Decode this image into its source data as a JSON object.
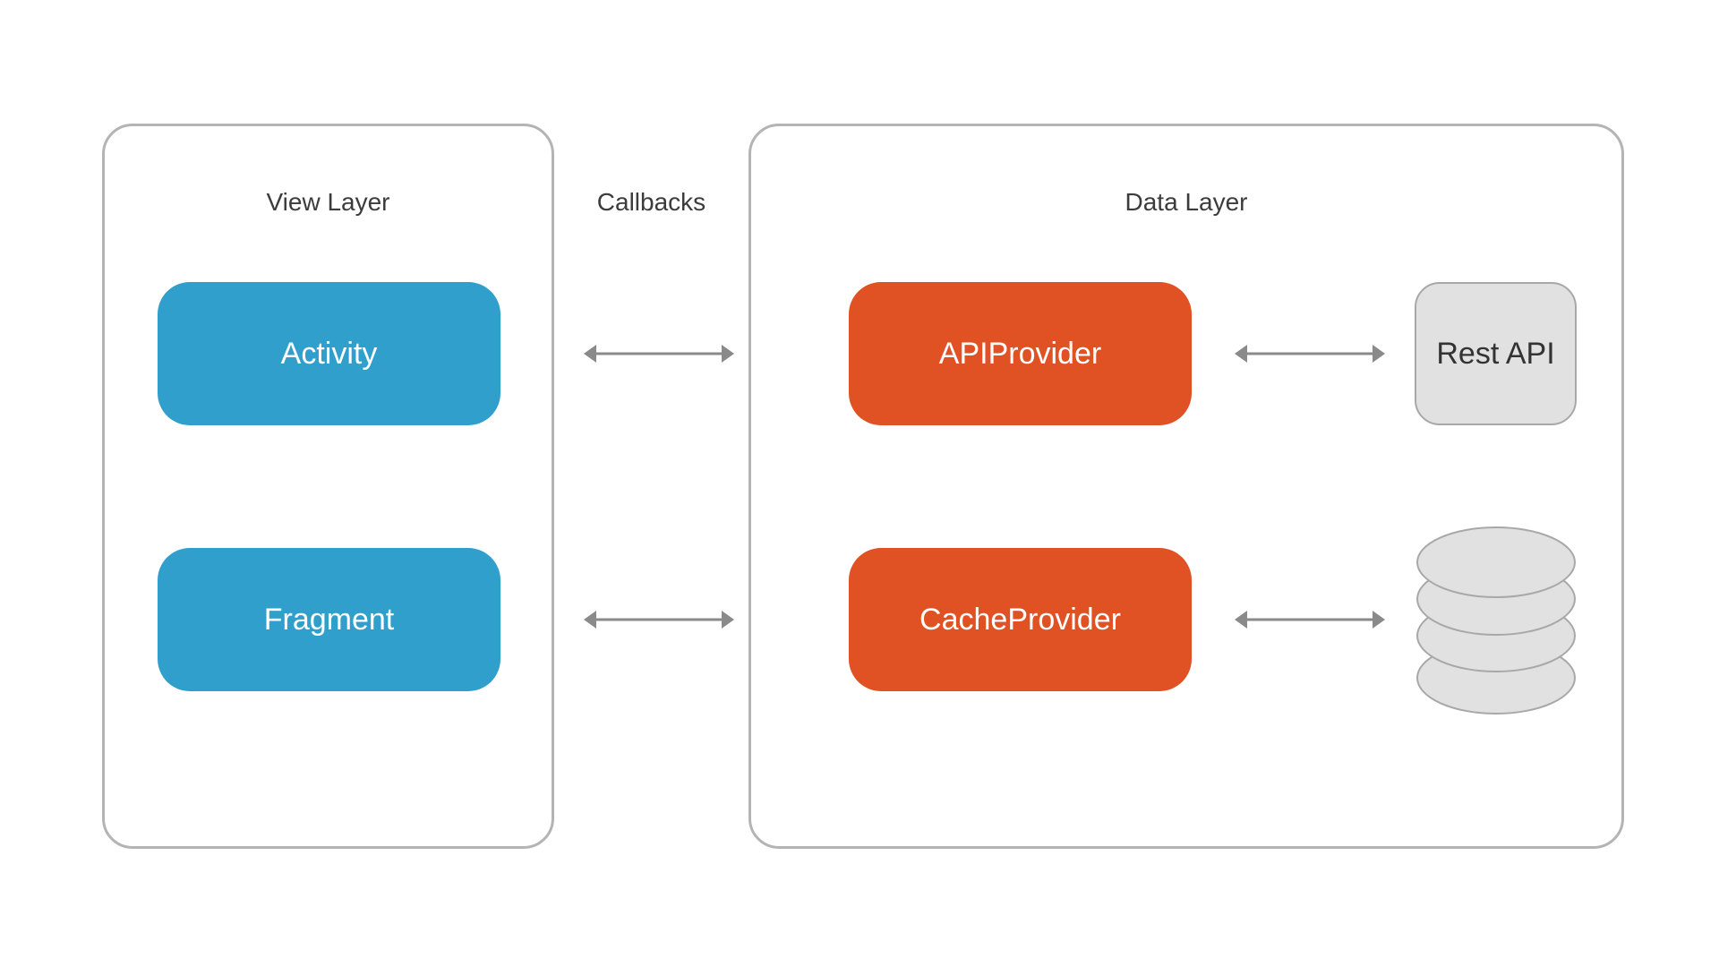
{
  "view_layer": {
    "title": "View Layer",
    "nodes": [
      "Activity",
      "Fragment"
    ]
  },
  "callbacks": {
    "label": "Callbacks"
  },
  "data_layer": {
    "title": "Data Layer",
    "nodes": [
      "APIProvider",
      "CacheProvider"
    ]
  },
  "external": {
    "rest_api": "Rest API",
    "database_icon": "database-icon"
  },
  "colors": {
    "view_node": "#309fcc",
    "data_node": "#e05124",
    "external_node": "#e1e1e1",
    "border": "#b4b4b4",
    "arrow": "#8a8a8a"
  }
}
